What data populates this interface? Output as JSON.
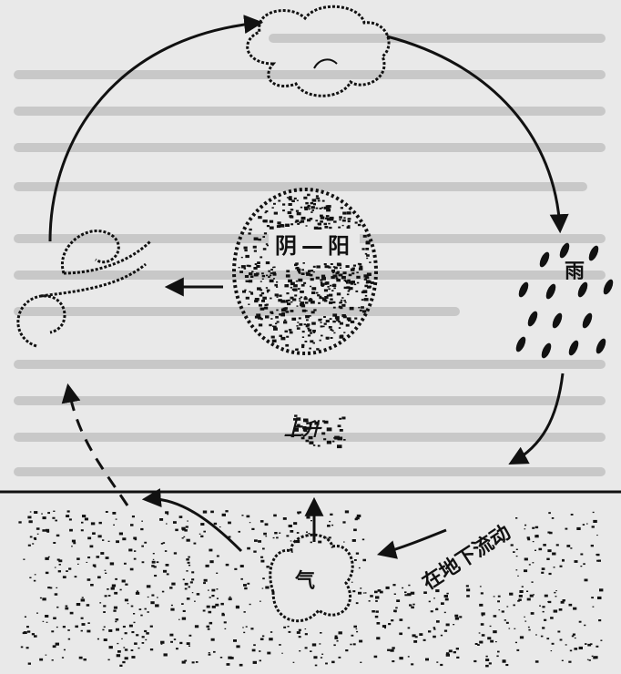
{
  "labels": {
    "yin_yang_left": "阴",
    "yin_yang_dash": "—",
    "yin_yang_right": "阳",
    "rain": "雨",
    "underground_flow": "在地下流动",
    "qi": "气",
    "rising": "上升"
  },
  "colors": {
    "ink": "#111111",
    "paper": "#e9e9e9",
    "faded_text": "#c8c8c8"
  }
}
